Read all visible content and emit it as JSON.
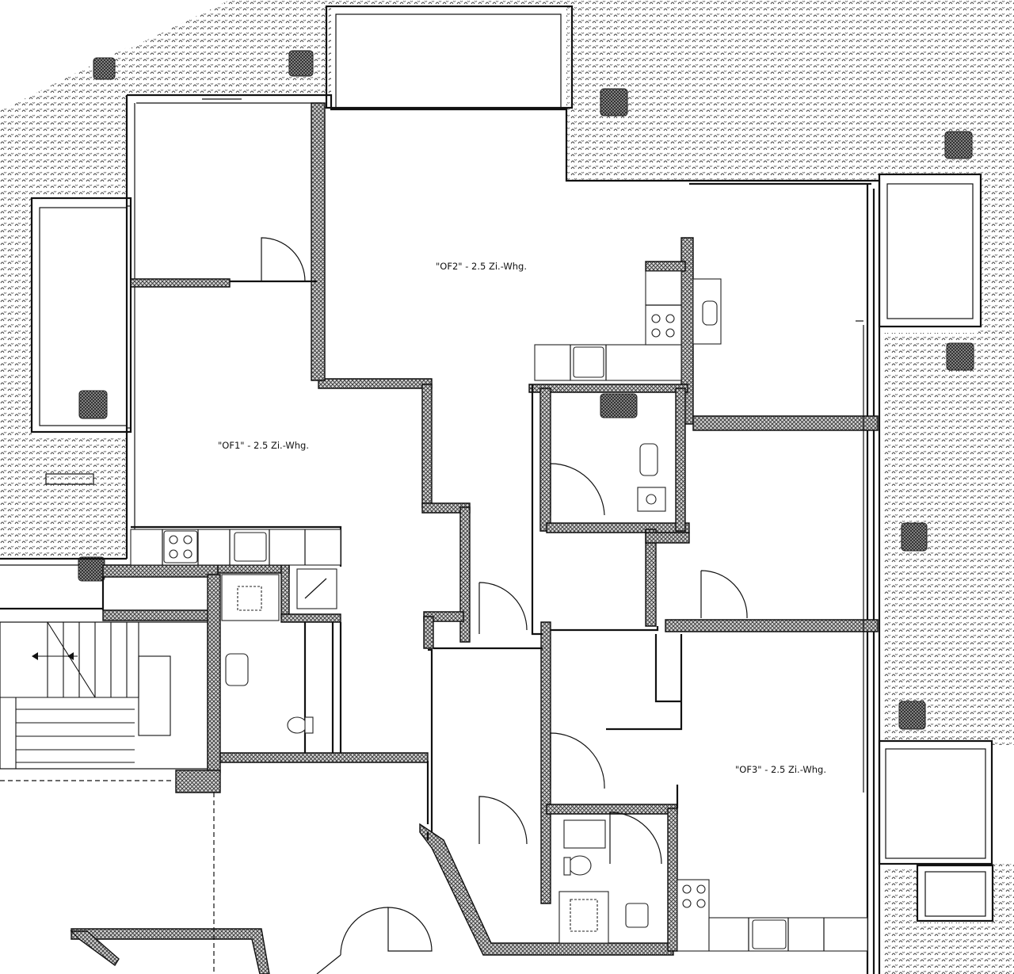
{
  "plan": {
    "units": [
      {
        "id": "of1",
        "label": "\"OF1\" - 2.5 Zi.-Whg."
      },
      {
        "id": "of2",
        "label": "\"OF2\" - 2.5 Zi.-Whg."
      },
      {
        "id": "of3",
        "label": "\"OF3\" - 2.5 Zi.-Whg."
      }
    ]
  }
}
